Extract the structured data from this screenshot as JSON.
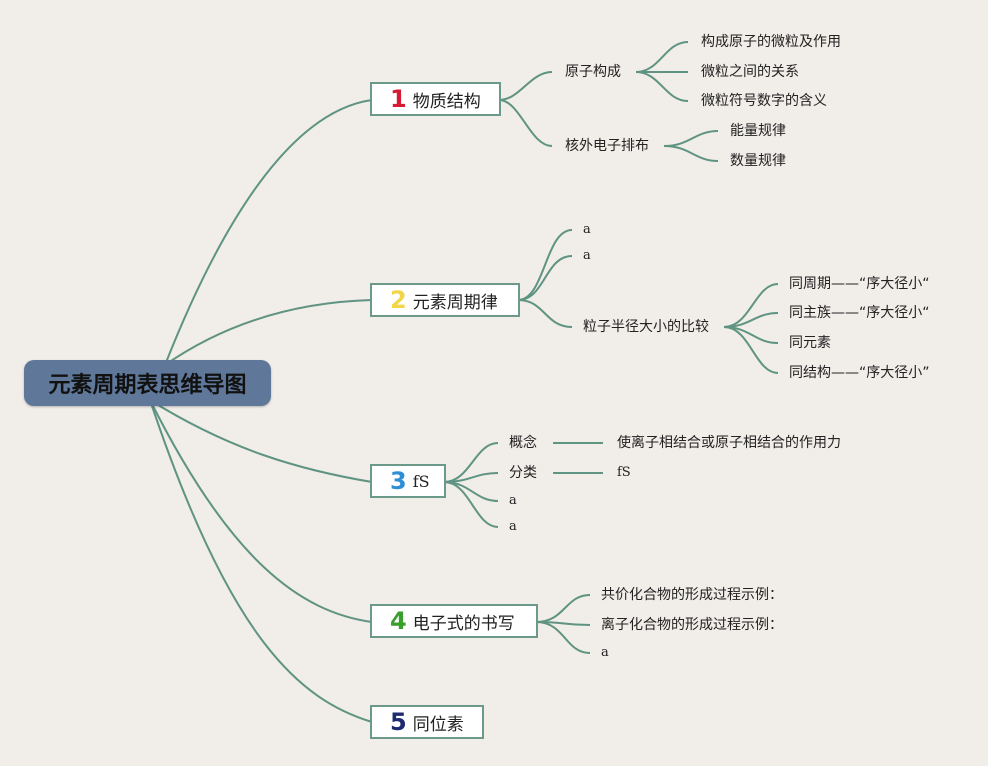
{
  "root": {
    "title": "元素周期表思维导图"
  },
  "colors": {
    "line": "#5f9382",
    "root_bg": "#5f7799",
    "background": "#f1ede9",
    "n1": "#d61a33",
    "n2": "#f1d64a",
    "n3": "#2e8fd6",
    "n4": "#3a9e2c",
    "n5": "#1d2a6e"
  },
  "branches": [
    {
      "num": "1",
      "label": "物质结构"
    },
    {
      "num": "2",
      "label": "元素周期律"
    },
    {
      "num": "3",
      "label": "fS"
    },
    {
      "num": "4",
      "label": "电子式的书写"
    },
    {
      "num": "5",
      "label": "同位素"
    }
  ],
  "b1": {
    "atom": "原子构成",
    "atom_children": [
      "构成原子的微粒及作用",
      "微粒之间的关系",
      "微粒符号数字的含义"
    ],
    "electron": "核外电子排布",
    "electron_children": [
      "能量规律",
      "数量规律"
    ]
  },
  "b2": {
    "a1": "a",
    "a2": "a",
    "radius": "粒子半径大小的比较",
    "radius_children": [
      "同周期——“序大径小“",
      "同主族——“序大径小“",
      "同元素",
      "同结构——“序大径小”"
    ]
  },
  "b3": {
    "concept": "概念",
    "concept_value": "使离子相结合或原子相结合的作用力",
    "class": "分类",
    "class_value": "fS",
    "a1": "a",
    "a2": "a"
  },
  "b4": {
    "items": [
      "共价化合物的形成过程示例：",
      "离子化合物的形成过程示例：",
      "a"
    ]
  }
}
